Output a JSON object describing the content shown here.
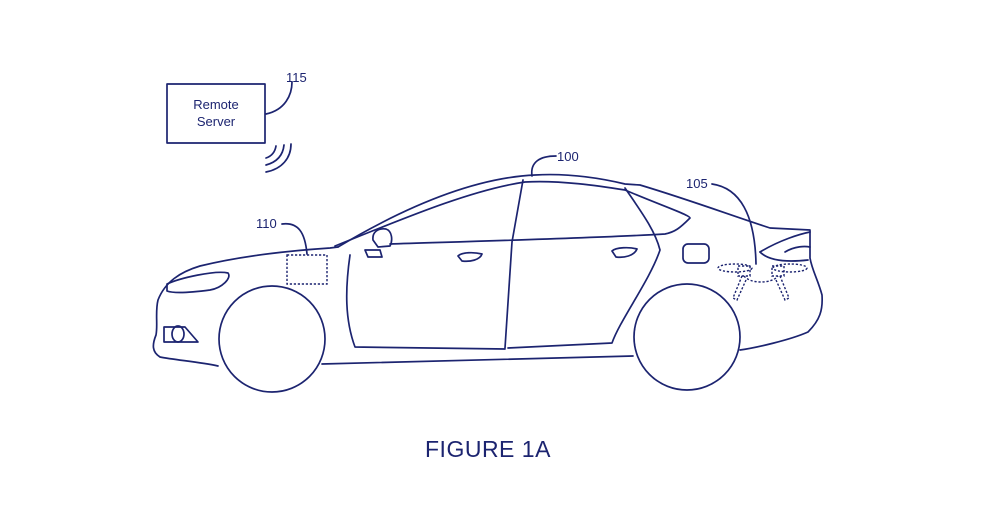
{
  "figure": {
    "caption": "FIGURE 1A",
    "colors": {
      "line": "#1c2470",
      "background": "#ffffff"
    }
  },
  "remote_server": {
    "label_line1": "Remote",
    "label_line2": "Server",
    "ref": "115",
    "icon": "wireless-signal-icon"
  },
  "vehicle": {
    "ref": "100"
  },
  "controller": {
    "ref": "110"
  },
  "drone": {
    "ref": "105"
  }
}
